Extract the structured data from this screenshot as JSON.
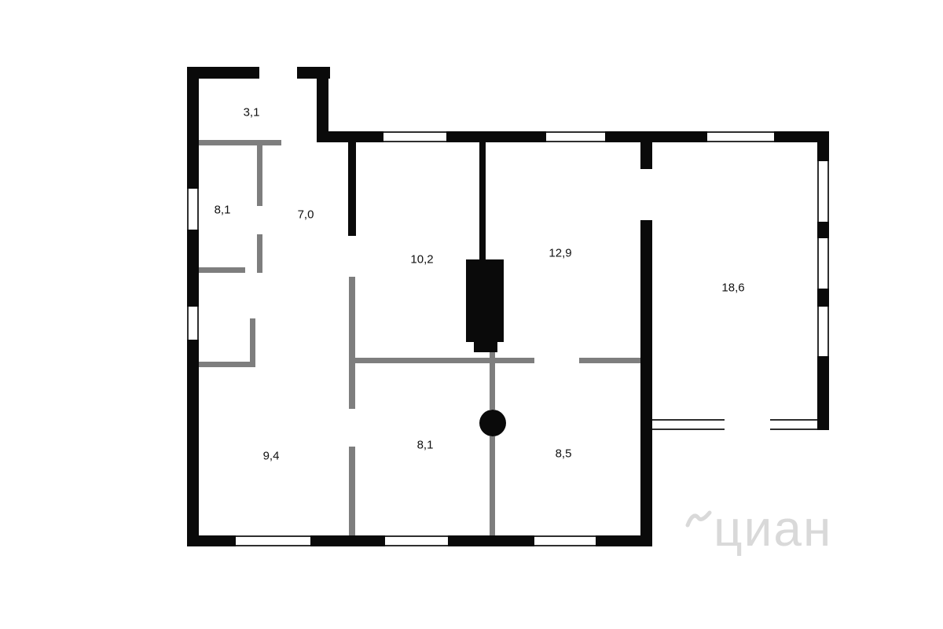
{
  "floorplan": {
    "title": "apartment-floor-plan",
    "rooms": [
      {
        "id": "vestibule",
        "label": "3,1"
      },
      {
        "id": "room-left-top",
        "label": "8,1"
      },
      {
        "id": "hallway",
        "label": "7,0"
      },
      {
        "id": "room-center",
        "label": "10,2"
      },
      {
        "id": "room-right-top",
        "label": "12,9"
      },
      {
        "id": "veranda",
        "label": "18,6"
      },
      {
        "id": "room-left-bottom",
        "label": "9,4"
      },
      {
        "id": "room-center-bottom",
        "label": "8,1"
      },
      {
        "id": "room-right-bottom",
        "label": "8,5"
      }
    ],
    "symbols": {
      "stove": "solid black rectangle (masonry stove)",
      "boiler": "solid black circle (round stove/boiler)",
      "window": "thin double line in outer wall"
    },
    "colors": {
      "wall": "#0a0a0a",
      "partition": "#7e7e7e",
      "background": "#ffffff",
      "watermark": "#d9d9d9"
    }
  },
  "watermark": {
    "text": "циан"
  }
}
